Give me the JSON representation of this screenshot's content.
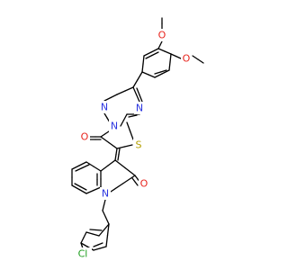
{
  "molecule": {
    "colors": {
      "bond": "#000000",
      "oxygen": "#e8251e",
      "nitrogen": "#2b35e0",
      "sulfur": "#b5a000",
      "chlorine": "#1e9e1e",
      "carbon": "#000000"
    },
    "labels": {
      "o_methoxy_top": "O",
      "o_methoxy_right": "O",
      "n_triazole_right": "N",
      "n_triazole_left": "N",
      "n_bridge": "N",
      "o_thiazolone": "O",
      "s_thiazole": "S",
      "o_oxindole": "O",
      "n_oxindole": "N",
      "cl": "Cl"
    }
  }
}
